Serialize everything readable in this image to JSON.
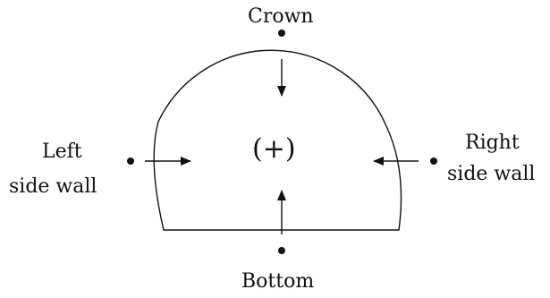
{
  "labels": {
    "crown": "Crown",
    "bottom": "Bottom",
    "left_line1": "Left",
    "left_line2": "side wall",
    "right_line1": "Right",
    "right_line2": "side wall",
    "center_sign": "(+)"
  },
  "colors": {
    "ink": "#111111",
    "background": "#ffffff"
  }
}
